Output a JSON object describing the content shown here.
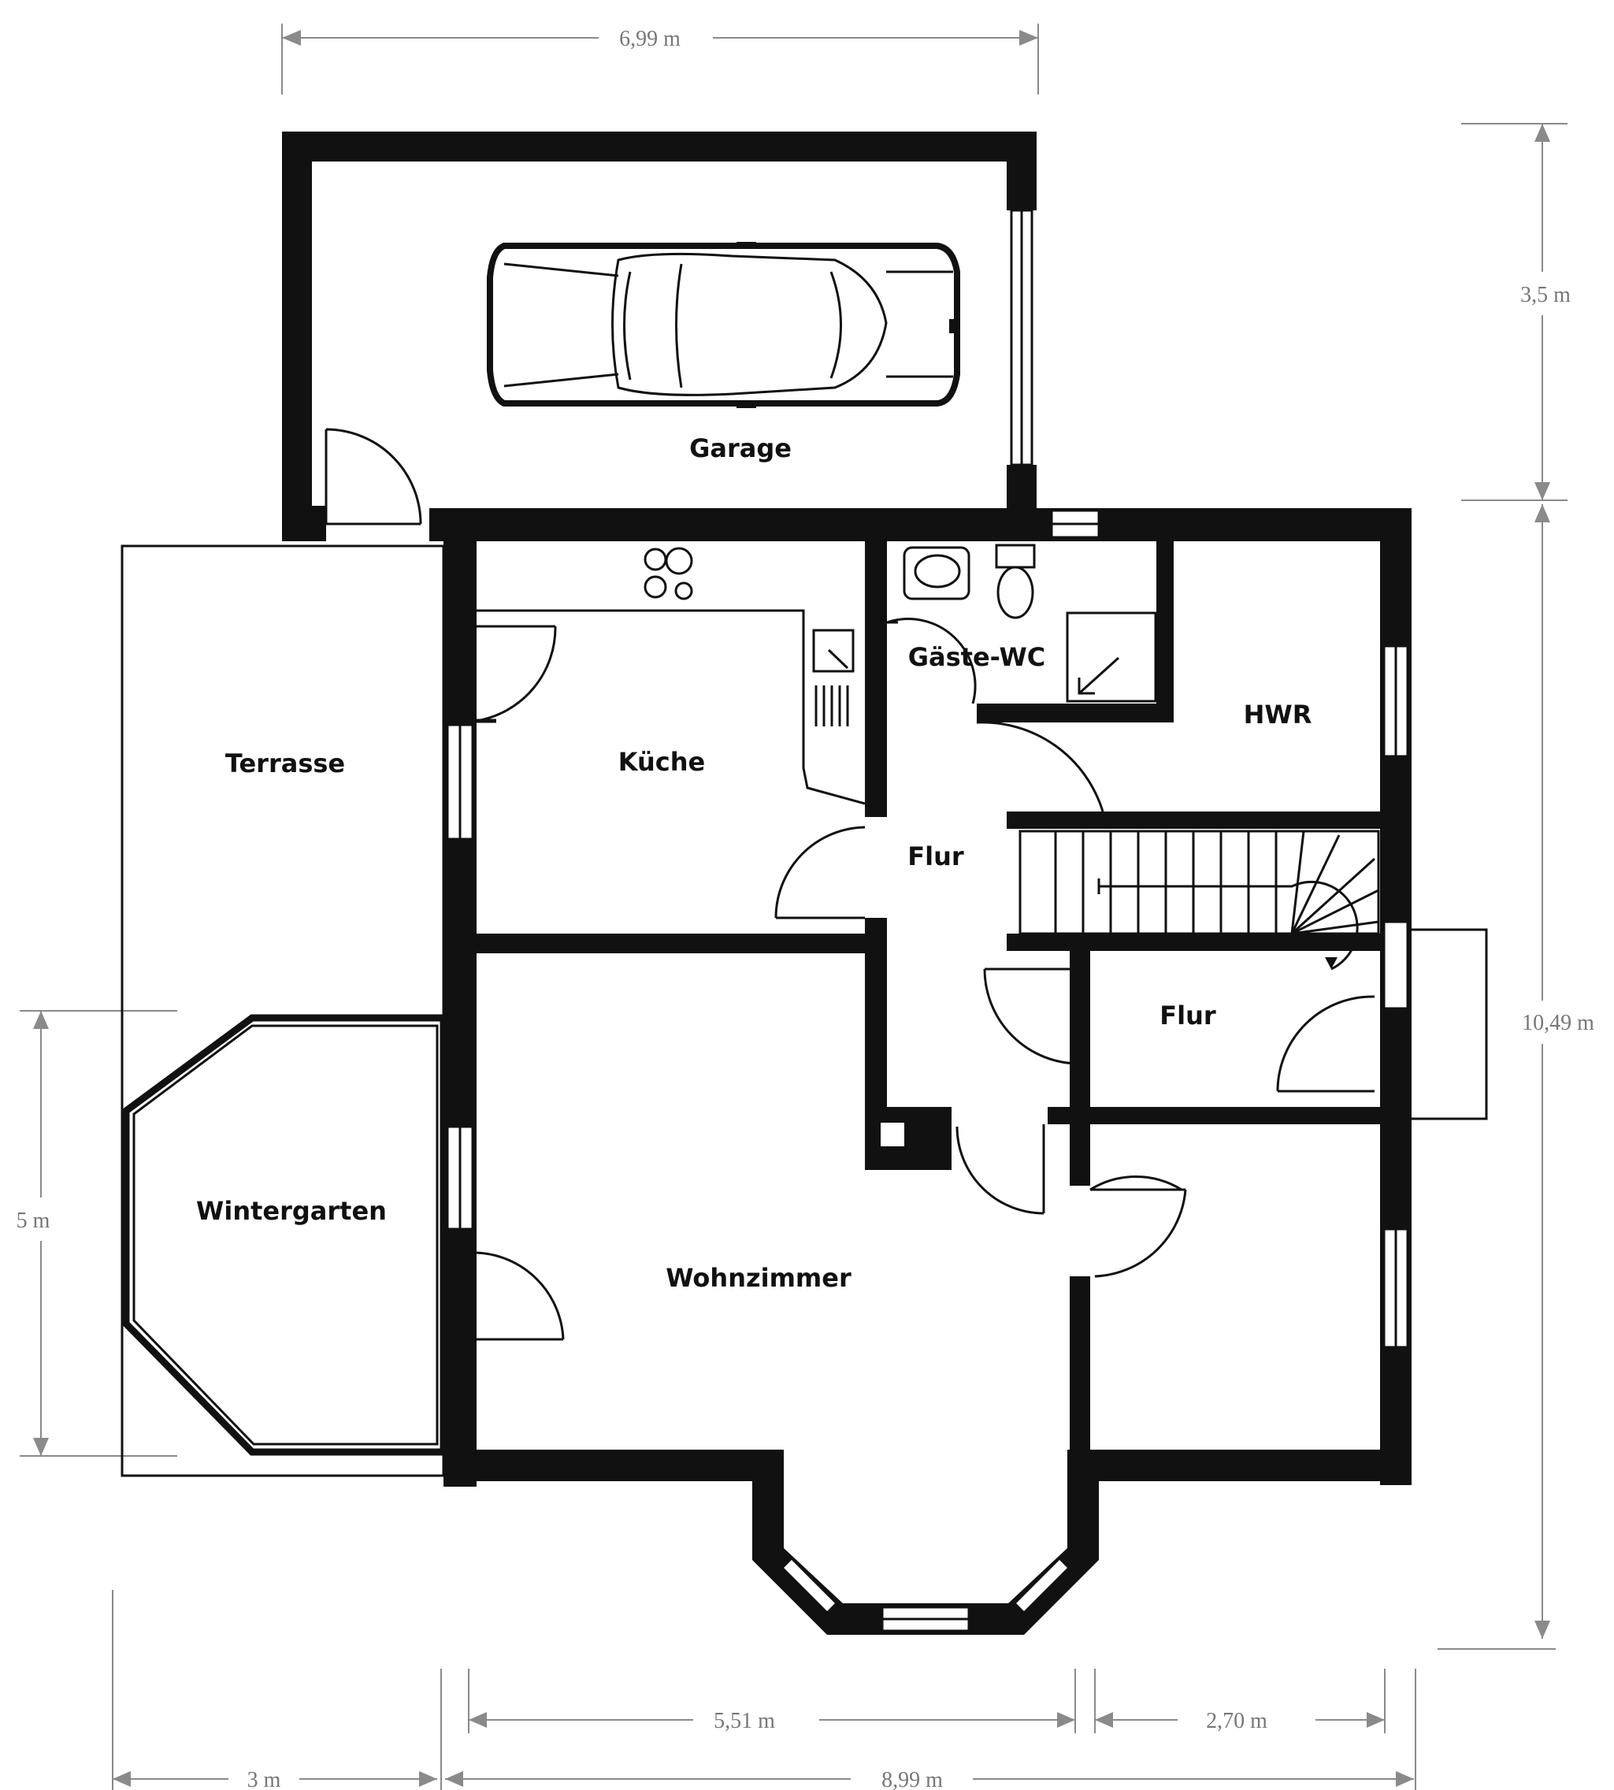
{
  "rooms": {
    "garage": "Garage",
    "terrasse": "Terrasse",
    "kueche": "Küche",
    "gaeste_wc": "Gäste-WC",
    "hwr": "HWR",
    "flur_1": "Flur",
    "flur_2": "Flur",
    "wintergarten": "Wintergarten",
    "wohnzimmer": "Wohnzimmer"
  },
  "dimensions": {
    "garage_width": "6,99 m",
    "garage_depth": "3,5 m",
    "house_depth": "10,49 m",
    "wintergarten_depth": "5 m",
    "segment_left": "5,51 m",
    "segment_right": "2,70 m",
    "terrasse_width": "3 m",
    "house_width": "8,99 m"
  },
  "colors": {
    "wall": "#111111",
    "dimension": "#8a8a8a",
    "background": "#ffffff"
  }
}
